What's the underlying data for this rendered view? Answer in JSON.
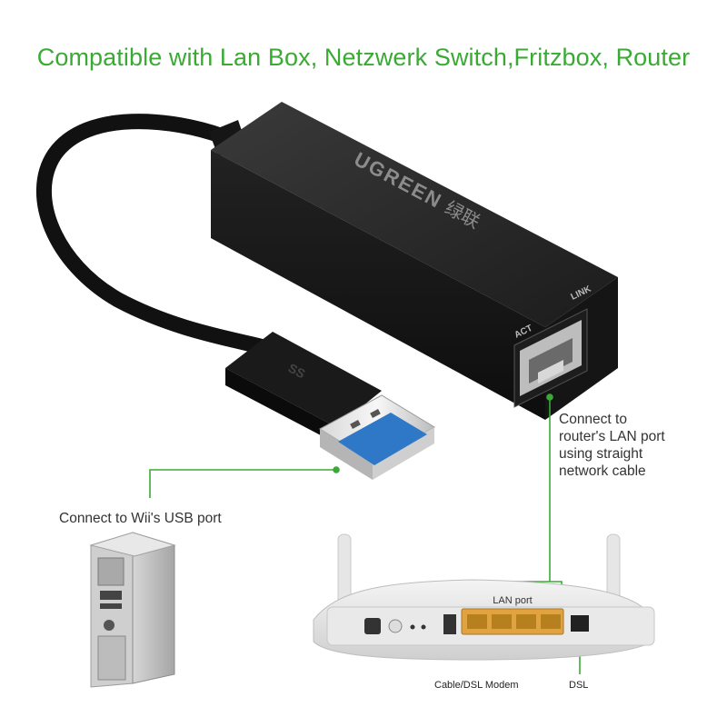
{
  "headline": "Compatible with Lan Box, Netzwerk Switch,Fritzbox, Router",
  "callouts": {
    "router_port": [
      "Connect to",
      "router's LAN port",
      "using straight",
      "network cable"
    ],
    "usb_port": "Connect to Wii's USB port"
  },
  "adapter": {
    "brand": "UGREEN",
    "brand_cn": "绿联",
    "led_act": "ACT",
    "led_link": "LINK",
    "usb_mark": "SS"
  },
  "router": {
    "lan_port_label": "LAN port",
    "modem_label": "Cable/DSL Modem",
    "dsl_label": "DSL"
  },
  "colors": {
    "accent_green": "#3aaa35",
    "usb_blue": "#2f78c8",
    "lan_port_orange": "#e1a340"
  },
  "icons": [
    "ethernet-adapter",
    "usb-plug",
    "desktop-tower",
    "wifi-router"
  ]
}
